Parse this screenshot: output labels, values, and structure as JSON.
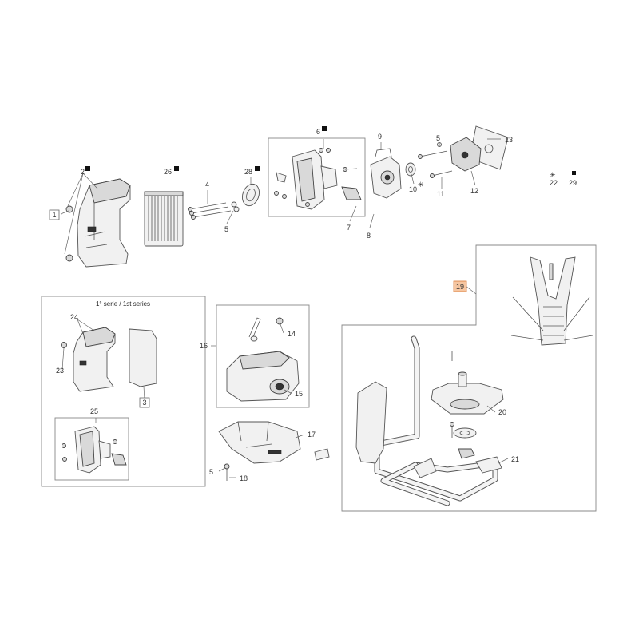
{
  "callouts": {
    "c1": "1",
    "c2": "2",
    "c3": "3",
    "c4": "4",
    "c5a": "5",
    "c5b": "5",
    "c5c": "5",
    "c6": "6",
    "c7": "7",
    "c8": "8",
    "c9": "9",
    "c10": "10",
    "c11": "11",
    "c12": "12",
    "c13": "13",
    "c14": "14",
    "c15": "15",
    "c16": "16",
    "c17": "17",
    "c18": "18",
    "c19": "19",
    "c20": "20",
    "c21": "21",
    "c22": "22",
    "c23": "23",
    "c24": "24",
    "c25": "25",
    "c26": "26",
    "c28": "28",
    "c29": "29"
  },
  "series_caption": "1° serie / 1st series",
  "legend": {
    "asterisk_symbol": "✳",
    "asterisk_number": "22",
    "square_number": "29"
  },
  "colors": {
    "highlight_fill": "#f6c6a1",
    "highlight_stroke": "#d97a3a",
    "line": "#555555"
  }
}
